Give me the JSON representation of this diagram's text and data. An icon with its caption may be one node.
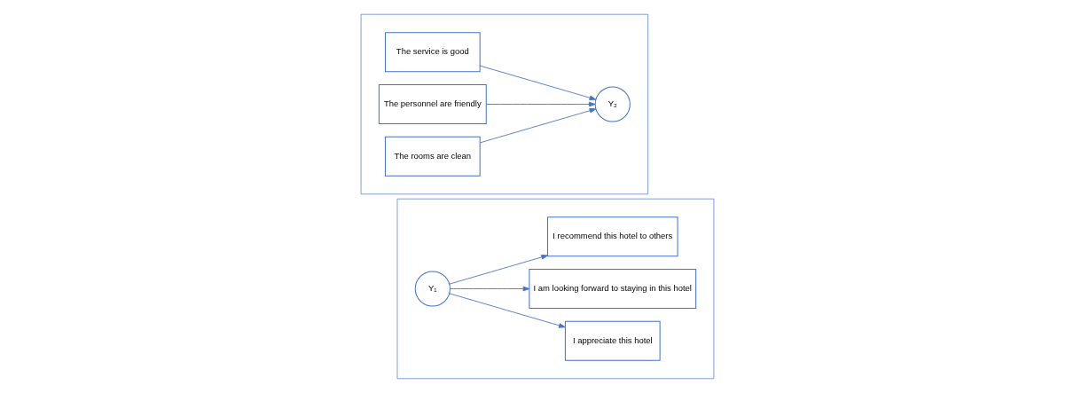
{
  "diagram": {
    "nodes": [
      {
        "text": [],
        "shape": "box"
      },
      {
        "text": [
          "I appreciate this hotel"
        ],
        "in": 0
      },
      {
        "text": [
          "I am looking forward to staying in this hotel"
        ],
        "in": 0
      },
      {
        "text": [
          "I recommend this hotel to others"
        ],
        "in": 0
      },
      {
        "text": [
          "Y₁"
        ],
        "in": 0
      },
      {
        "text": [],
        "shape": "box"
      },
      {
        "text": [
          "The service is good"
        ],
        "in": 5
      },
      {
        "text": [
          "The personnel are friendly"
        ],
        "in": 5
      },
      {
        "text": [
          "The rooms are clean"
        ],
        "in": 5
      },
      {
        "text": [
          "Y₂"
        ],
        "in": 5
      }
    ],
    "edges": [
      {
        "from": 4,
        "to": 1,
        "arrow": "to"
      },
      {
        "from": 4,
        "to": 2,
        "arrow": "to"
      },
      {
        "from": 4,
        "to": 3,
        "arrow": "to"
      },
      {
        "from": 6,
        "to": 9,
        "arrow": "to"
      },
      {
        "from": 7,
        "to": 9,
        "arrow": "to"
      },
      {
        "from": 8,
        "to": 9,
        "arrow": "to"
      }
    ]
  }
}
